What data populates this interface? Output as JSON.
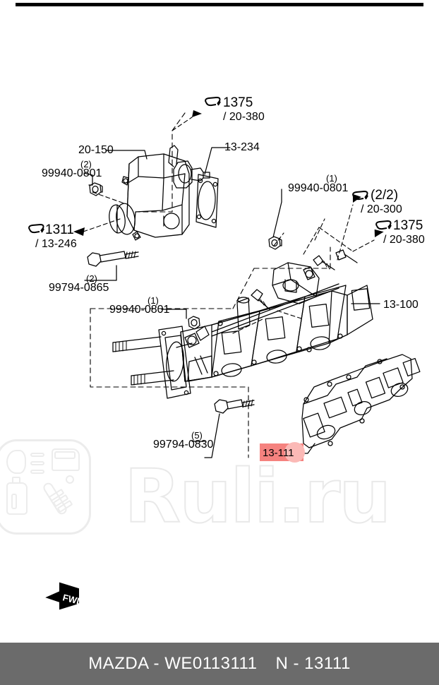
{
  "page": {
    "title": "MAZDA intake manifold parts diagram",
    "highlight_color": "#f5827f",
    "highlight_dot_color": "#fbb9b6",
    "watermark_text": "Ruli.ru",
    "footer_bg": "#6b6b6b"
  },
  "footer": {
    "brand_part": "MAZDA - WE0113111",
    "section_ref": "N - 13111"
  },
  "orientation_marker": {
    "label": "FWD"
  },
  "labels": [
    {
      "id": "clamp-1375-top",
      "text": "1375",
      "sub": "/ 20-380",
      "qty": "",
      "icon": "hose-clamp-icon"
    },
    {
      "id": "throttle-body",
      "text": "20-150",
      "sub": "",
      "qty": "",
      "icon": ""
    },
    {
      "id": "nut-99940-left",
      "text": "99940-0801",
      "sub": "",
      "qty": "(2)",
      "icon": ""
    },
    {
      "id": "gasket-13-234",
      "text": "13-234",
      "sub": "",
      "qty": "",
      "icon": ""
    },
    {
      "id": "clamp-1311",
      "text": "1311",
      "sub": "/ 13-246",
      "qty": "",
      "icon": "hose-clamp-icon"
    },
    {
      "id": "bolt-99794-0865",
      "text": "99794-0865",
      "sub": "",
      "qty": "(2)",
      "icon": ""
    },
    {
      "id": "nut-99940-right",
      "text": "99940-0801",
      "sub": "",
      "qty": "(1)",
      "icon": ""
    },
    {
      "id": "clamp-20-300",
      "text": "(2/2)",
      "sub": "/ 20-300",
      "qty": "",
      "icon": "hose-clamp-icon"
    },
    {
      "id": "clamp-1375-right",
      "text": "1375",
      "sub": "/ 20-380",
      "qty": "",
      "icon": "hose-clamp-icon"
    },
    {
      "id": "manifold-13-100",
      "text": "13-100",
      "sub": "",
      "qty": "",
      "icon": ""
    },
    {
      "id": "nut-99940-mid",
      "text": "99940-0801",
      "sub": "",
      "qty": "(1)",
      "icon": ""
    },
    {
      "id": "bolt-99794-0830",
      "text": "99794-0830",
      "sub": "",
      "qty": "(5)",
      "icon": ""
    }
  ],
  "highlighted_part": {
    "number": "13-111",
    "prefix": "13-",
    "circled": "111"
  }
}
